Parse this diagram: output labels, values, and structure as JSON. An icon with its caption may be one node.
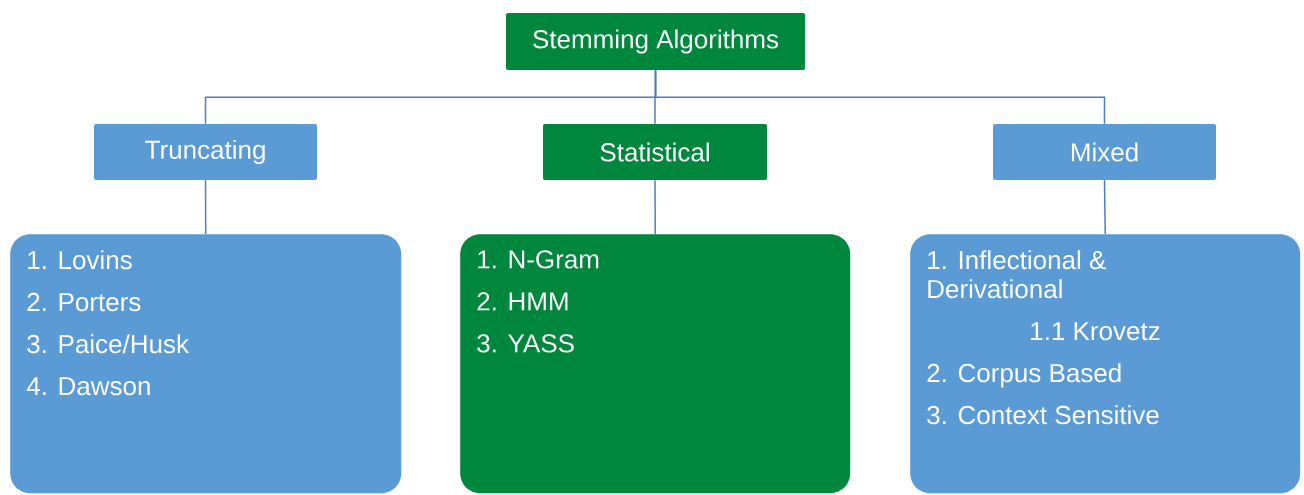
{
  "diagram": {
    "nodes": [
      {
        "text": [
          "Stemming Algorithms"
        ]
      },
      {
        "text": [
          "Truncating"
        ]
      },
      {
        "text": [
          "Statistical"
        ]
      },
      {
        "text": [
          "Mixed"
        ]
      },
      {
        "text": [
          "1. Lovins",
          "2. Porters",
          "3. Paice/Husk",
          "4. Dawson"
        ]
      },
      {
        "text": [
          "1. N-Gram",
          "2. HMM",
          "3. YASS"
        ]
      },
      {
        "text": [
          "1. Inflectional & Derivational",
          "1.1 Krovetz",
          "2. Corpus Based",
          "3. Context Sensitive"
        ]
      }
    ],
    "edges": [
      {
        "from": 0,
        "to": 1,
        "arrow": "none"
      },
      {
        "from": 0,
        "to": 2,
        "arrow": "none"
      },
      {
        "from": 0,
        "to": 3,
        "arrow": "none"
      },
      {
        "from": 1,
        "to": 4,
        "arrow": "none"
      },
      {
        "from": 2,
        "to": 5,
        "arrow": "none"
      },
      {
        "from": 3,
        "to": 6,
        "arrow": "none"
      }
    ]
  }
}
